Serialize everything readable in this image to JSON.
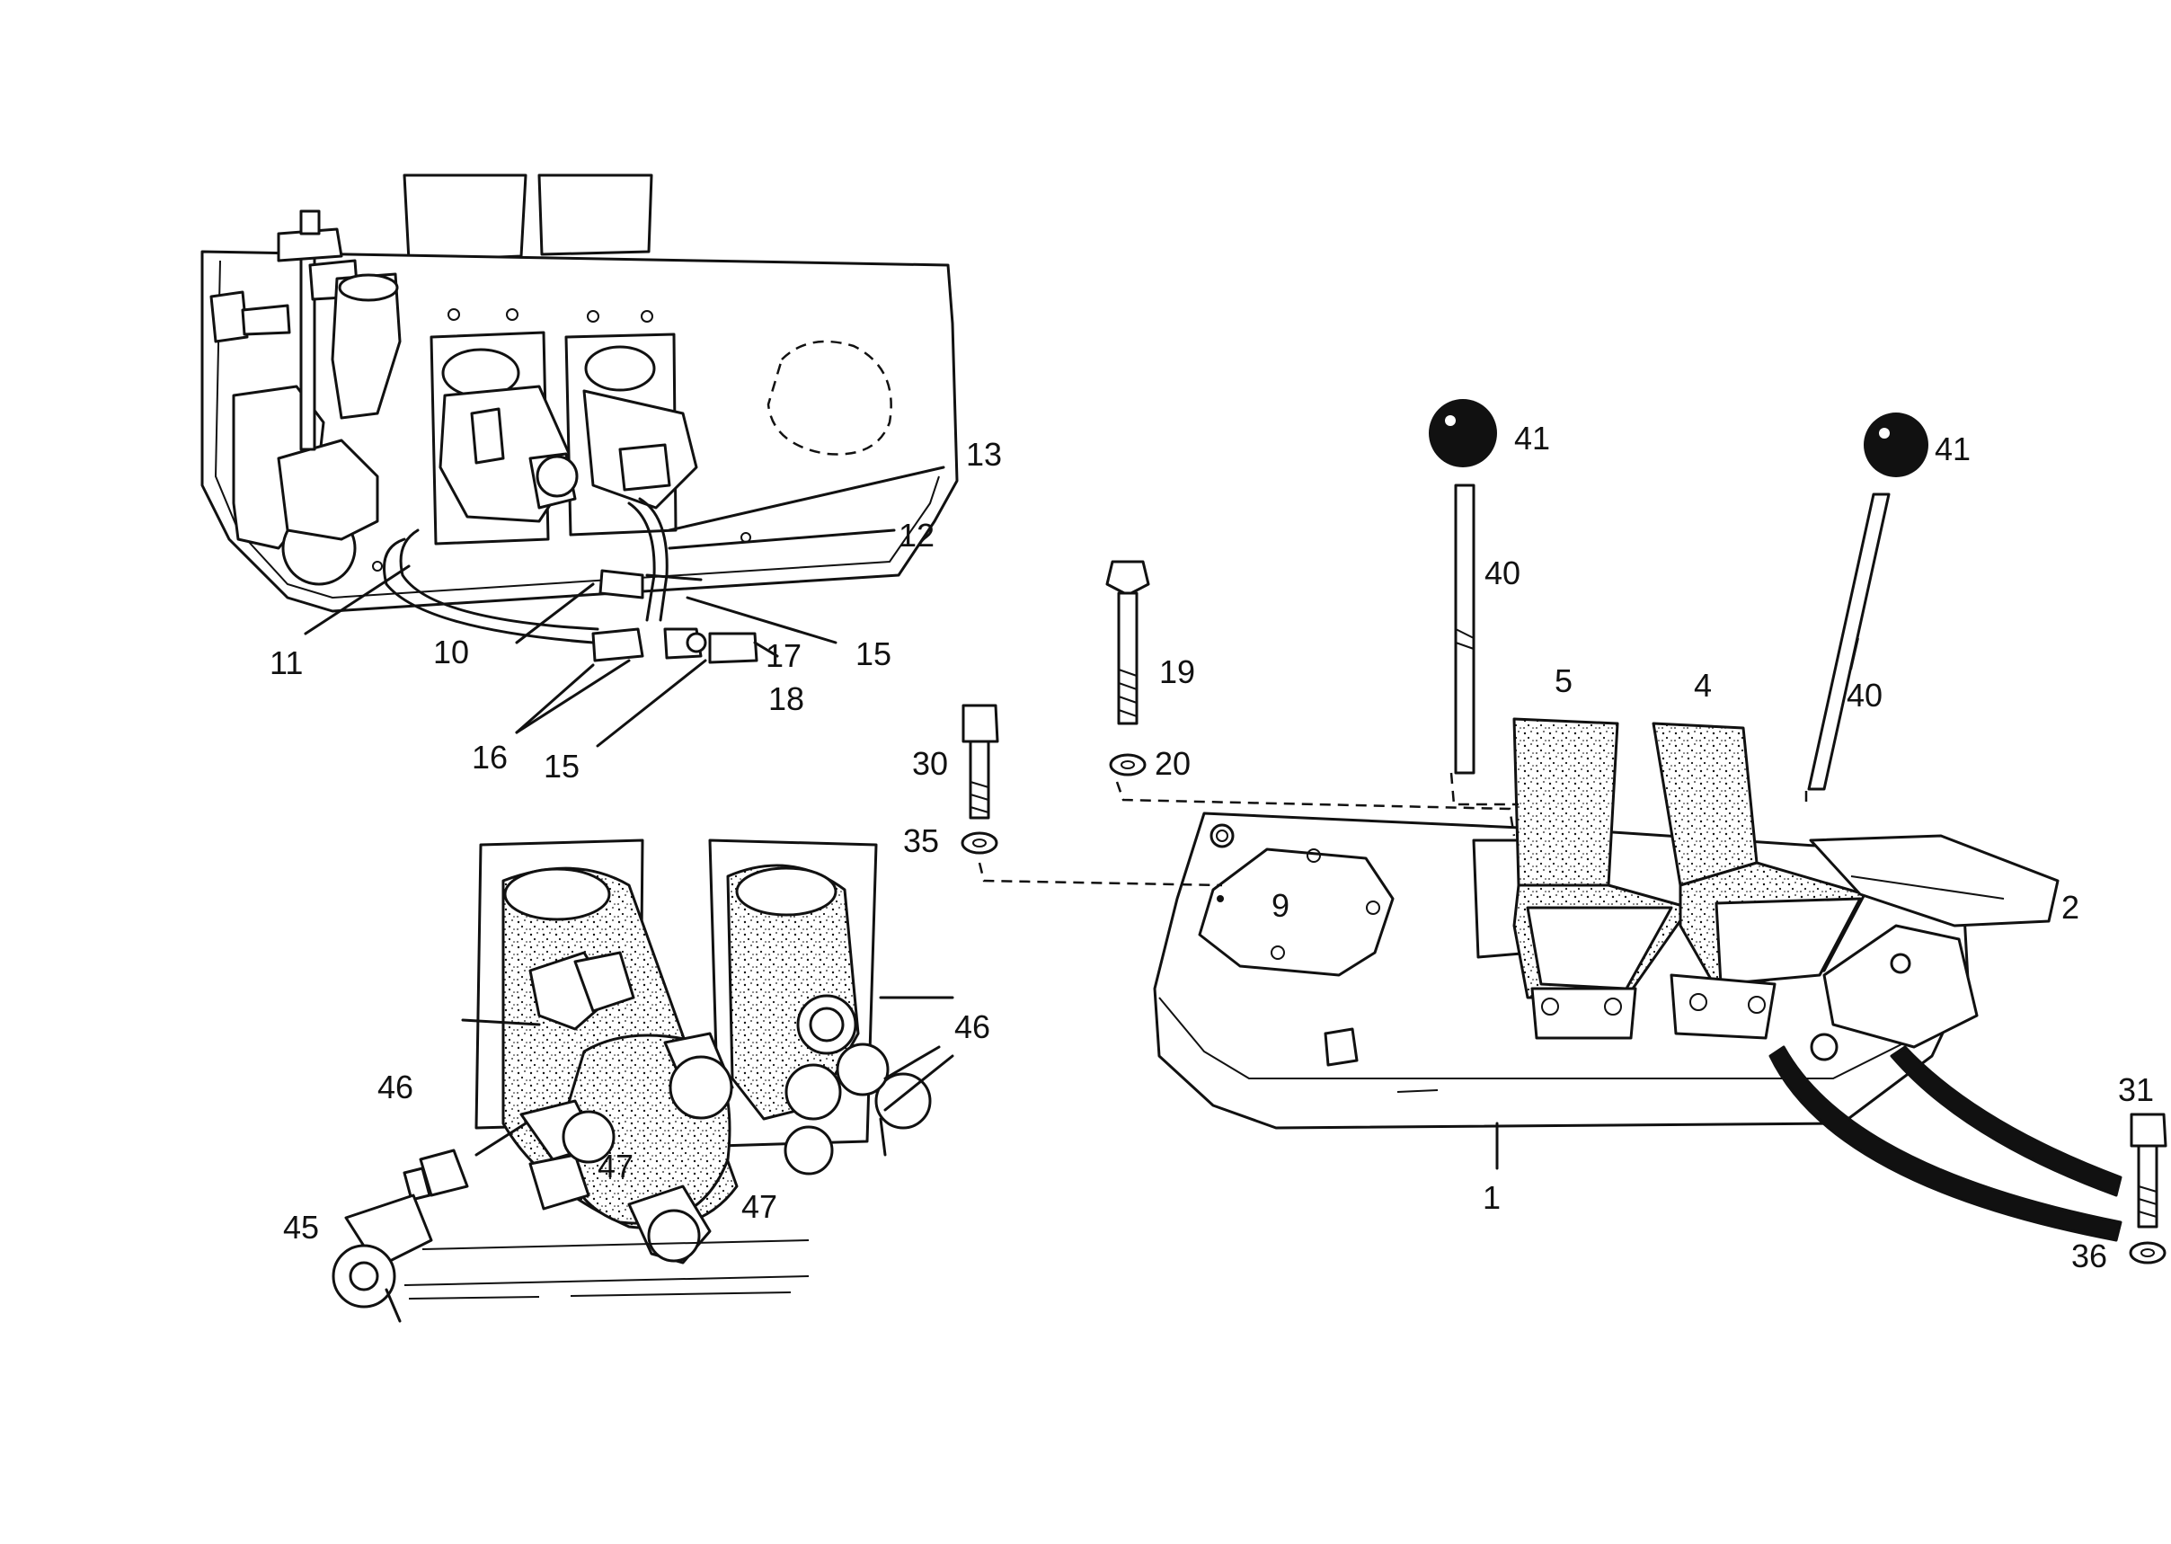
{
  "diagram": {
    "callouts": {
      "c1": "1",
      "c2": "2",
      "c4": "4",
      "c5": "5",
      "c9": "9",
      "c10": "10",
      "c11": "11",
      "c12": "12",
      "c13": "13",
      "c15a": "15",
      "c15b": "15",
      "c16": "16",
      "c17": "17",
      "c18": "18",
      "c19": "19",
      "c20": "20",
      "c30": "30",
      "c31": "31",
      "c35": "35",
      "c36": "36",
      "c40a": "40",
      "c40b": "40",
      "c41a": "41",
      "c41b": "41",
      "c45": "45",
      "c46a": "46",
      "c46b": "46",
      "c47a": "47",
      "c47b": "47"
    },
    "colors": {
      "ink": "#111111",
      "paper": "#ffffff"
    }
  }
}
